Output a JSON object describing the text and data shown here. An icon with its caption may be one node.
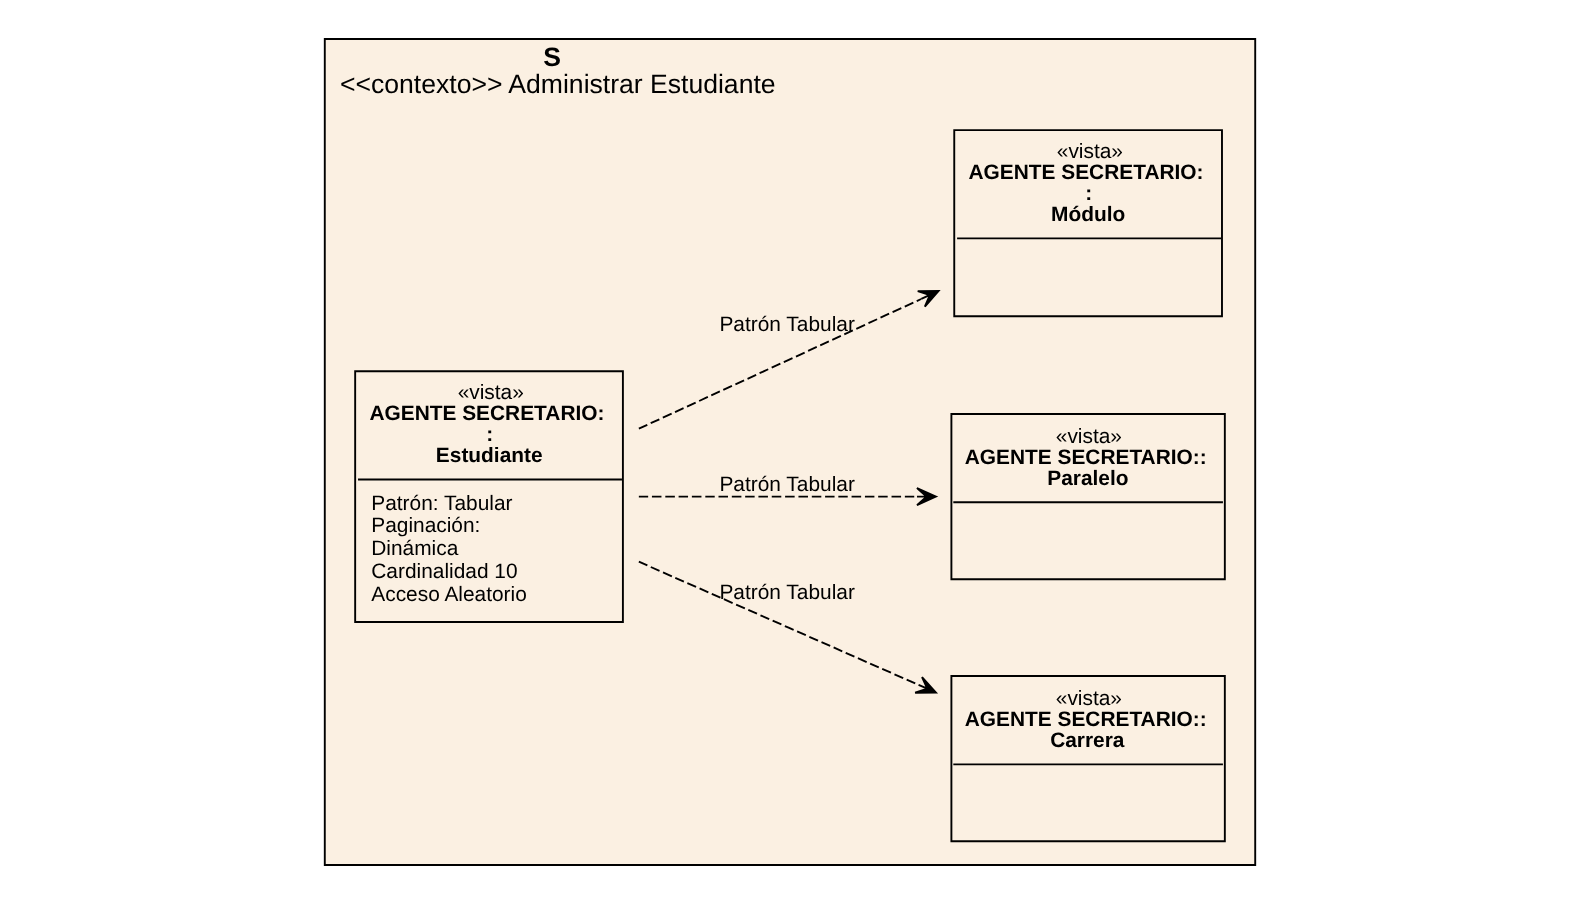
{
  "diagram": {
    "nodes": [
      {
        "text": [
          "S",
          "<<contexto>> Administrar Estudiante"
        ]
      },
      {
        "text": [
          "«vista»",
          "AGENTE SECRETARIO:: Carrera"
        ],
        "in": 0
      },
      {
        "text": [
          "«vista»",
          "AGENTE SECRETARIO: : Estudiante",
          "Patrón: Tabular",
          "Paginación:",
          "Dinámica",
          "Cardinalidad 10",
          "Acceso Aleatorio"
        ],
        "in": 0
      },
      {
        "text": [
          "«vista»",
          "AGENTE SECRETARIO:: Paralelo"
        ],
        "in": 0
      },
      {
        "text": [
          "«vista»",
          "AGENTE SECRETARIO: : Módulo"
        ],
        "in": 0
      }
    ],
    "edges": [
      {
        "from": 2,
        "to": 1,
        "arrow": "to",
        "style": "dashed",
        "label": "Patrón Tabular"
      },
      {
        "from": 2,
        "to": 3,
        "arrow": "to",
        "style": "dashed",
        "label": "Patrón Tabular"
      },
      {
        "from": 2,
        "to": 4,
        "arrow": "to",
        "style": "dashed",
        "label": "Patrón Tabular"
      }
    ]
  }
}
